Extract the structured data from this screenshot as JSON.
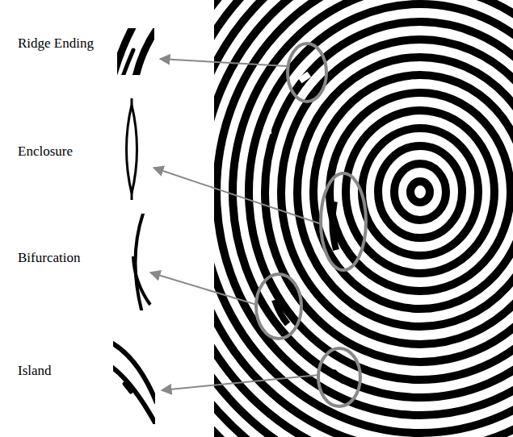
{
  "diagram": {
    "labels": [
      "Ridge Ending",
      "Enclosure",
      "Bifurcation",
      "Island"
    ]
  }
}
